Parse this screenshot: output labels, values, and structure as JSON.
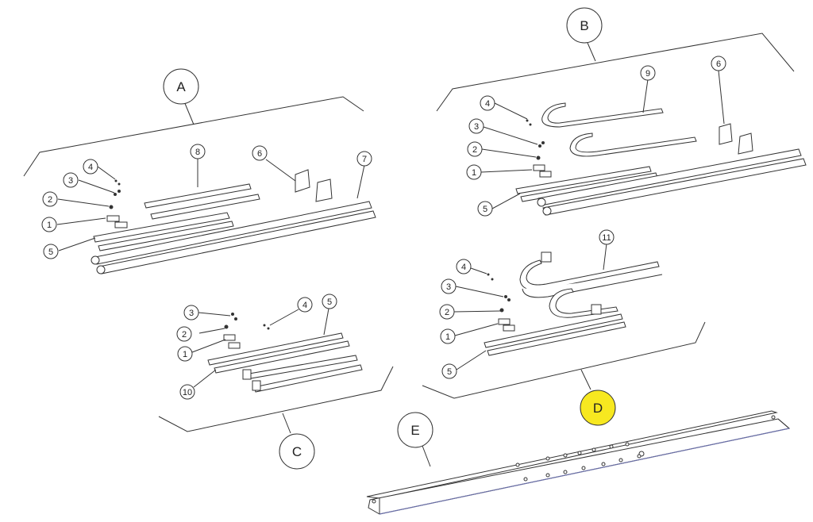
{
  "assemblies": {
    "A": {
      "label": "A"
    },
    "B": {
      "label": "B"
    },
    "C": {
      "label": "C"
    },
    "D": {
      "label": "D",
      "highlight": "#f7e820"
    },
    "E": {
      "label": "E"
    }
  },
  "callouts": {
    "a": [
      "1",
      "2",
      "3",
      "4",
      "5",
      "6",
      "7",
      "8"
    ],
    "b": [
      "1",
      "2",
      "3",
      "4",
      "5",
      "6",
      "9"
    ],
    "c": [
      "1",
      "2",
      "3",
      "4",
      "5",
      "10"
    ],
    "d": [
      "1",
      "2",
      "3",
      "4",
      "5",
      "11"
    ]
  },
  "colors": {
    "line": "#333333",
    "highlight": "#f7e820",
    "background": "#ffffff"
  }
}
